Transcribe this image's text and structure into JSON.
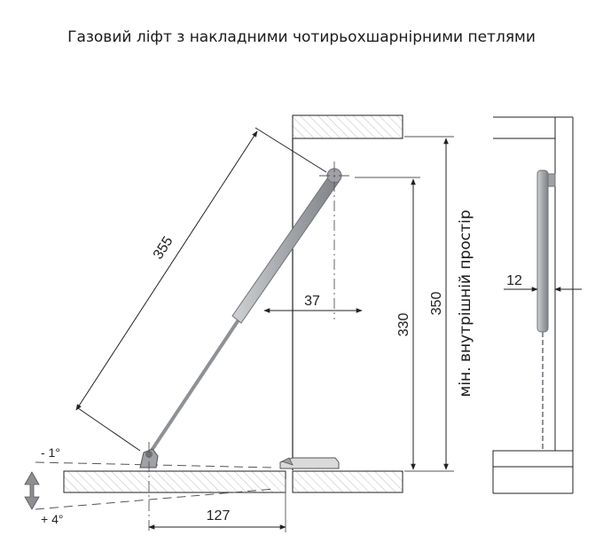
{
  "title": "Газовий ліфт з накладними чотирьохшарнірними петлями",
  "dimensions": {
    "strut_length": "355",
    "pivot_offset": "37",
    "inner_height_330": "330",
    "inner_height_350": "350",
    "base_distance": "127",
    "side_offset": "12"
  },
  "angles": {
    "up": "- 1°",
    "down": "+ 4°"
  },
  "side_label": "мін. внутрішній простір",
  "colors": {
    "line": "#222222",
    "strut": "#a8aaad",
    "hatch": "#bdbdbd"
  }
}
